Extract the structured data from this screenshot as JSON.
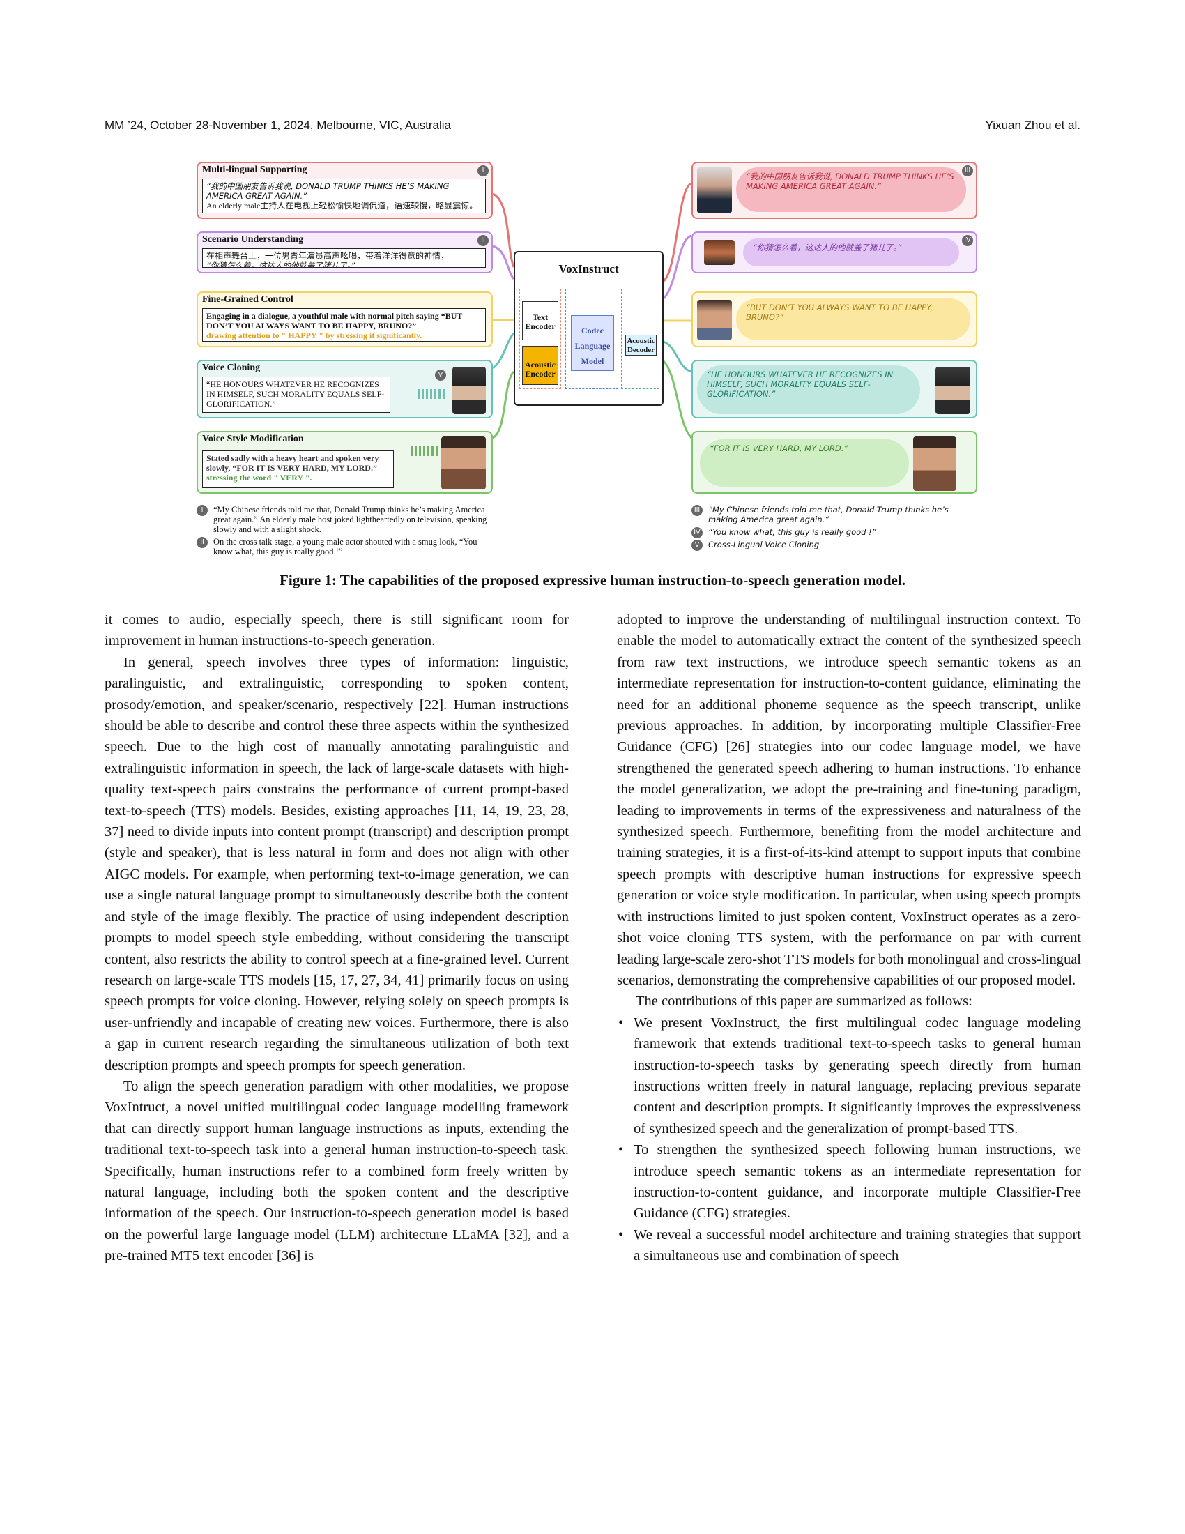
{
  "header": {
    "left": "MM ’24, October 28-November 1, 2024, Melbourne, VIC, Australia",
    "right": "Yixuan Zhou et al."
  },
  "figure": {
    "center_title": "VoxInstruct",
    "text_encoder": "Text Encoder",
    "acoustic_encoder": "Acoustic Encoder",
    "codec_lm": "Codec Language Model",
    "acoustic_decoder": "Acoustic Decoder",
    "left_panels": [
      {
        "title": "Multi-lingual Supporting",
        "numeral": "I",
        "line1": "“我的中国朋友告诉我说, DONALD TRUMP THINKS HE’S MAKING AMERICA GREAT AGAIN.”",
        "line2": "An elderly male主持人在电视上轻松愉快地调侃道，语速较慢，略显震惊。"
      },
      {
        "title": "Scenario Understanding",
        "numeral": "II",
        "line1": "在相声舞台上，一位男青年演员高声吆喝，带着洋洋得意的神情，",
        "line2": "“你猜怎么着，这达人的他就盖了猪儿了。”"
      },
      {
        "title": "Fine-Grained Control",
        "numeral": "",
        "line1": "Engaging in a dialogue, a youthful male with normal pitch saying “BUT DON’T YOU ALWAYS WANT TO BE HAPPY, BRUNO?”",
        "line2": "drawing attention to \" HAPPY \" by stressing it significantly."
      },
      {
        "title": "Voice Cloning",
        "numeral": "V",
        "line1": "“HE HONOURS WHATEVER HE RECOGNIZES IN HIMSELF, SUCH MORALITY EQUALS SELF-GLORIFICATION.”",
        "line2": ""
      },
      {
        "title": "Voice Style Modification",
        "numeral": "",
        "line1": "Stated sadly with a heavy heart and spoken very slowly, “FOR IT IS VERY HARD, MY LORD.”",
        "line2": "stressing the word \" VERY \"."
      }
    ],
    "right_bubbles": [
      {
        "numeral": "III",
        "text": "“我的中国朋友告诉我说, DONALD TRUMP THINKS HE’S MAKING AMERICA GREAT AGAIN.”"
      },
      {
        "numeral": "IV",
        "text": "“你猜怎么着，这达人的他就盖了猪儿了。”"
      },
      {
        "numeral": "",
        "text": "“BUT DON’T YOU ALWAYS WANT TO BE HAPPY, BRUNO?”"
      },
      {
        "numeral": "",
        "text": "“HE HONOURS WHATEVER HE RECOGNIZES IN HIMSELF, SUCH MORALITY EQUALS SELF-GLORIFICATION.”"
      },
      {
        "numeral": "",
        "text": "“FOR IT IS VERY HARD, MY LORD.”"
      }
    ],
    "legend_left": [
      {
        "numeral": "I",
        "text": "“My Chinese friends told me that, Donald Trump thinks he’s making America great again.” An elderly male host joked lightheartedly on television, speaking slowly and with a slight shock."
      },
      {
        "numeral": "II",
        "text": "On the cross talk stage, a young male actor shouted with a smug look, “You know what, this guy is really good !”"
      }
    ],
    "legend_right": [
      {
        "numeral": "III",
        "text": "“My Chinese friends told me that, Donald Trump thinks he’s making America great again.”"
      },
      {
        "numeral": "IV",
        "text": "“You know what, this guy is really good !”"
      },
      {
        "numeral": "V",
        "text": "Cross-Lingual Voice Cloning"
      }
    ]
  },
  "caption": "Figure 1: The capabilities of the proposed expressive human instruction-to-speech generation model.",
  "left_column": [
    "it comes to audio, especially speech, there is still significant room for improvement in human instructions-to-speech generation.",
    "In general, speech involves three types of information: linguistic, paralinguistic, and extralinguistic, corresponding to spoken content, prosody/emotion, and speaker/scenario, respectively [22]. Human instructions should be able to describe and control these three aspects within the synthesized speech. Due to the high cost of manually annotating paralinguistic and extralinguistic information in speech, the lack of large-scale datasets with high-quality text-speech pairs constrains the performance of current prompt-based text-to-speech (TTS) models. Besides, existing approaches [11, 14, 19, 23, 28, 37] need to divide inputs into content prompt (transcript) and description prompt (style and speaker), that is less natural in form and does not align with other AIGC models. For example, when performing text-to-image generation, we can use a single natural language prompt to simultaneously describe both the content and style of the image flexibly. The practice of using independent description prompts to model speech style embedding, without considering the transcript content, also restricts the ability to control speech at a fine-grained level. Current research on large-scale TTS models [15, 17, 27, 34, 41] primarily focus on using speech prompts for voice cloning. However, relying solely on speech prompts is user-unfriendly and incapable of creating new voices. Furthermore, there is also a gap in current research regarding the simultaneous utilization of both text description prompts and speech prompts for speech generation.",
    "To align the speech generation paradigm with other modalities, we propose VoxIntruct, a novel unified multilingual codec language modelling framework that can directly support human language instructions as inputs, extending the traditional text-to-speech task into a general human instruction-to-speech task. Specifically, human instructions refer to a combined form freely written by natural language, including both the spoken content and the descriptive information of the speech. Our instruction-to-speech generation model is based on the powerful large language model (LLM) architecture LLaMA [32], and a pre-trained MT5 text encoder [36] is"
  ],
  "right_column": {
    "para1": "adopted to improve the understanding of multilingual instruction context. To enable the model to automatically extract the content of the synthesized speech from raw text instructions, we introduce speech semantic tokens as an intermediate representation for instruction-to-content guidance, eliminating the need for an additional phoneme sequence as the speech transcript, unlike previous approaches. In addition, by incorporating multiple Classifier-Free Guidance (CFG) [26] strategies into our codec language model, we have strengthened the generated speech adhering to human instructions. To enhance the model generalization, we adopt the pre-training and fine-tuning paradigm, leading to improvements in terms of the expressiveness and naturalness of the synthesized speech. Furthermore, benefiting from the model architecture and training strategies, it is a first-of-its-kind attempt to support inputs that combine speech prompts with descriptive human instructions for expressive speech generation or voice style modification. In particular, when using speech prompts with instructions limited to just spoken content, VoxInstruct operates as a zero-shot voice cloning TTS system, with the performance on par with current leading large-scale zero-shot TTS models for both monolingual and cross-lingual scenarios, demonstrating the comprehensive capabilities of our proposed model.",
    "para2": "The contributions of this paper are summarized as follows:",
    "bullets": [
      "We present VoxInstruct, the first multilingual codec language modeling framework that extends traditional text-to-speech tasks to general human instruction-to-speech tasks by generating speech directly from human instructions written freely in natural language, replacing previous separate content and description prompts. It significantly improves the expressiveness of synthesized speech and the generalization of prompt-based TTS.",
      "To strengthen the synthesized speech following human instructions, we introduce speech semantic tokens as an intermediate representation for instruction-to-content guidance, and incorporate multiple Classifier-Free Guidance (CFG) strategies.",
      "We reveal a successful model architecture and training strategies that support a simultaneous use and combination of speech"
    ]
  },
  "colors": {
    "red": "#e57373",
    "purple": "#c08ae0",
    "yellow": "#f2d261",
    "teal": "#66c2b4",
    "green": "#7cc46a"
  }
}
